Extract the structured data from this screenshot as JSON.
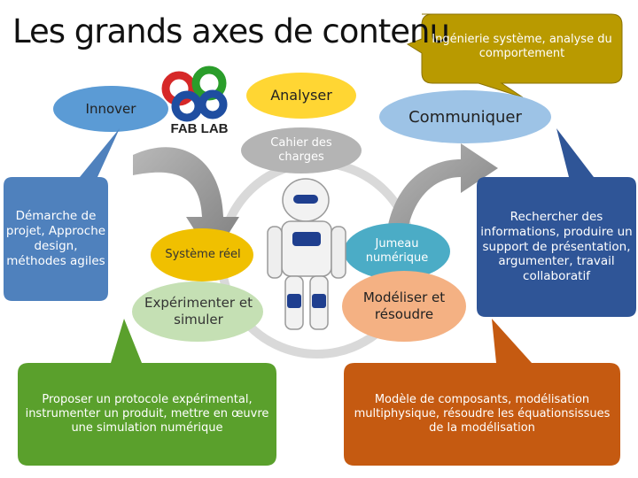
{
  "title": "Les grands axes de contenu",
  "callout_top": "Ingénierie système, analyse du comportement",
  "innover": "Innover",
  "analyser": "Analyser",
  "communiquer": "Communiquer",
  "fablab": "FAB LAB",
  "cahier": "Cahier des charges",
  "demarche": "Démarche de projet, Approche design, méthodes agiles",
  "systeme_reel": "Système réel",
  "jumeau": "Jumeau numérique",
  "experimenter": "Expérimenter et simuler",
  "modeliser": "Modéliser et résoudre",
  "rechercher": "Rechercher des informations, produire un support de présentation, argumenter, travail collaboratif",
  "proposer": "Proposer un protocole expérimental, instrumenter un produit, mettre en œuvre une simulation numérique",
  "modele": "Modèle de composants, modélisation multiphysique, résoudre les équationsissues de la modélisation",
  "colors": {
    "callout_gold": "#b99a00",
    "innover_blue": "#5b9bd5",
    "analyser_yellow": "#ffd633",
    "communiquer_blue": "#9dc3e6",
    "demarche_blue": "#4f81bd",
    "rechercher_navy": "#2f5597",
    "proposer_green": "#5aa02c",
    "modele_orange": "#c55a11",
    "systeme_gold": "#f0c000",
    "jumeau_teal": "#4bacc6",
    "experimenter_lightgreen": "#c5e0b4",
    "modeliser_salmon": "#f4b183"
  },
  "icons": [
    "fablab-logo-icon",
    "robot-image"
  ]
}
